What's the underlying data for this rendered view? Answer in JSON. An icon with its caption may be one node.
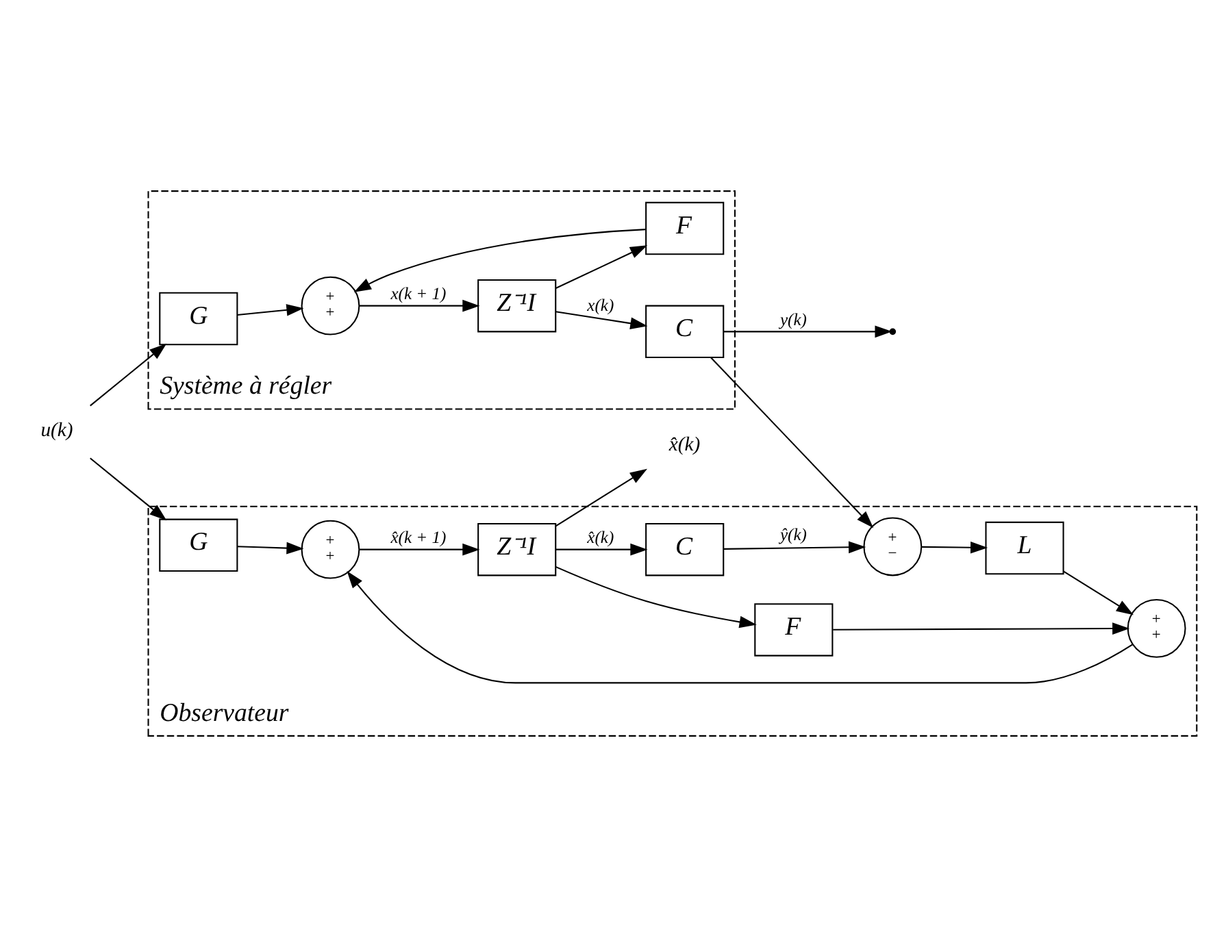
{
  "diagram": {
    "nodes": [
      {
        "text": [
          "u(k)"
        ]
      },
      {
        "text": [
          "Système à régler"
        ]
      },
      {
        "text": [
          "G"
        ],
        "in": 1
      },
      {
        "text": [
          "+",
          "+"
        ],
        "in": 1
      },
      {
        "text": [
          "Z⁻¹I"
        ],
        "in": 1
      },
      {
        "text": [
          "C"
        ],
        "in": 1
      },
      {
        "text": [
          "F"
        ],
        "in": 1
      },
      {
        "text": [
          "Observateur"
        ]
      },
      {
        "text": [
          "G"
        ],
        "in": 7
      },
      {
        "text": [
          "+",
          "+"
        ],
        "in": 7
      },
      {
        "text": [
          "Z⁻¹I"
        ],
        "in": 7
      },
      {
        "text": [
          "C"
        ],
        "in": 7
      },
      {
        "text": [
          "+",
          "−"
        ],
        "in": 7
      },
      {
        "text": [
          "+",
          "+"
        ],
        "in": 7
      },
      {
        "text": [
          "F"
        ],
        "in": 7
      },
      {
        "text": [
          "L"
        ],
        "in": 7
      },
      {
        "text": [
          "x̂(k)"
        ]
      }
    ],
    "edges": [
      {
        "from": 0,
        "to": 2,
        "arrow": "to"
      },
      {
        "from": 0,
        "to": 8,
        "arrow": "to"
      },
      {
        "from": 2,
        "to": 3,
        "arrow": "to"
      },
      {
        "from": 3,
        "to": 4,
        "arrow": "to",
        "label": "x(k + 1)"
      },
      {
        "from": 4,
        "to": 5,
        "arrow": "to",
        "label": "x(k)"
      },
      {
        "from": 4,
        "to": 6,
        "arrow": "to"
      },
      {
        "from": 6,
        "to": 3,
        "arrow": "to"
      },
      {
        "from": 5,
        "to": null,
        "arrow": "to",
        "label": "y(k)"
      },
      {
        "from": 5,
        "to": 12,
        "arrow": "to"
      },
      {
        "from": 8,
        "to": 9,
        "arrow": "to"
      },
      {
        "from": 9,
        "to": 10,
        "arrow": "to",
        "label": "x̂(k + 1)"
      },
      {
        "from": 10,
        "to": 11,
        "arrow": "to",
        "label": "x̂(k)"
      },
      {
        "from": 10,
        "to": 14,
        "arrow": "to"
      },
      {
        "from": 10,
        "to": 16,
        "arrow": "to"
      },
      {
        "from": 14,
        "to": 13,
        "arrow": "to"
      },
      {
        "from": 13,
        "to": 9,
        "arrow": "to"
      },
      {
        "from": 11,
        "to": 12,
        "arrow": "to",
        "label": "ŷ(k)"
      },
      {
        "from": 12,
        "to": 15,
        "arrow": "to"
      },
      {
        "from": 15,
        "to": 13,
        "arrow": "to"
      }
    ]
  }
}
